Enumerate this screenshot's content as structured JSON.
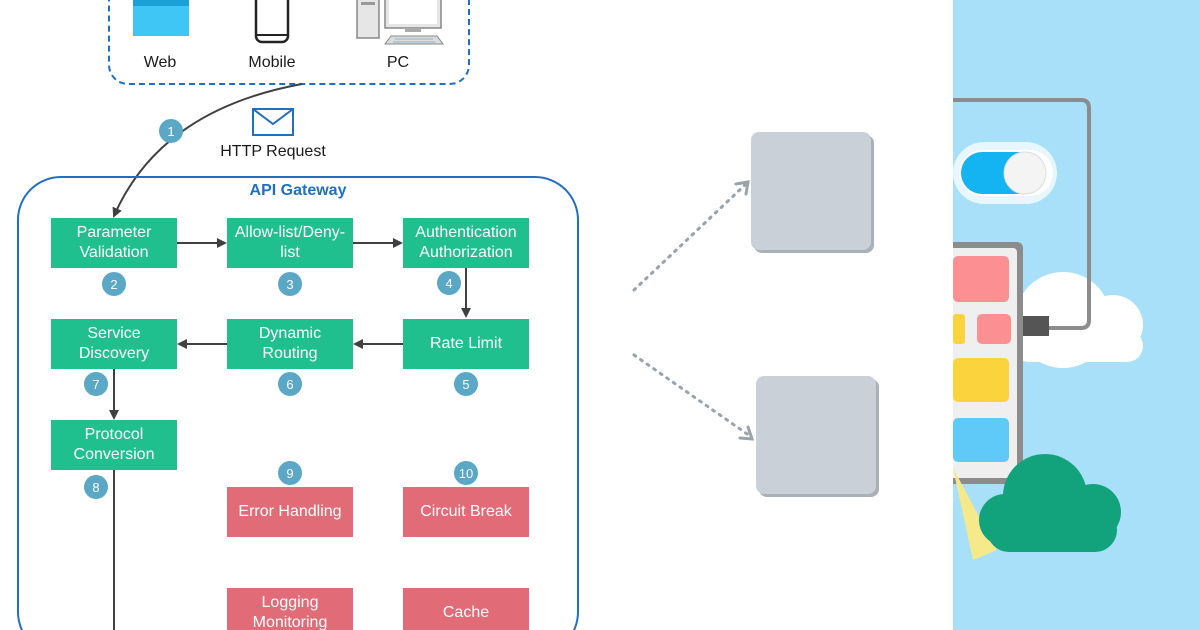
{
  "clients": {
    "web_label": "Web",
    "mobile_label": "Mobile",
    "pc_label": "PC"
  },
  "request": {
    "label": "HTTP Request",
    "step": "1"
  },
  "gateway": {
    "title": "API Gateway",
    "steps": [
      {
        "label": "Parameter\nValidation",
        "num": "2"
      },
      {
        "label": "Allow-list/Deny-\nlist",
        "num": "3"
      },
      {
        "label": "Authentication\nAuthorization",
        "num": "4"
      },
      {
        "label": "Rate Limit",
        "num": "5"
      },
      {
        "label": "Dynamic\nRouting",
        "num": "6"
      },
      {
        "label": "Service\nDiscovery",
        "num": "7"
      },
      {
        "label": "Protocol\nConversion",
        "num": "8"
      }
    ],
    "extras": [
      {
        "label": "Error Handling",
        "num": "9"
      },
      {
        "label": "Circuit Break",
        "num": "10"
      },
      {
        "label": "Logging\nMonitoring"
      },
      {
        "label": "Cache"
      }
    ]
  },
  "colors": {
    "step_box": "#1fc08e",
    "extra_box": "#e16b77",
    "gateway_border": "#1f6fc4",
    "step_badge": "#5aa8c6",
    "right_panel_bg": "#a8e0f9"
  }
}
